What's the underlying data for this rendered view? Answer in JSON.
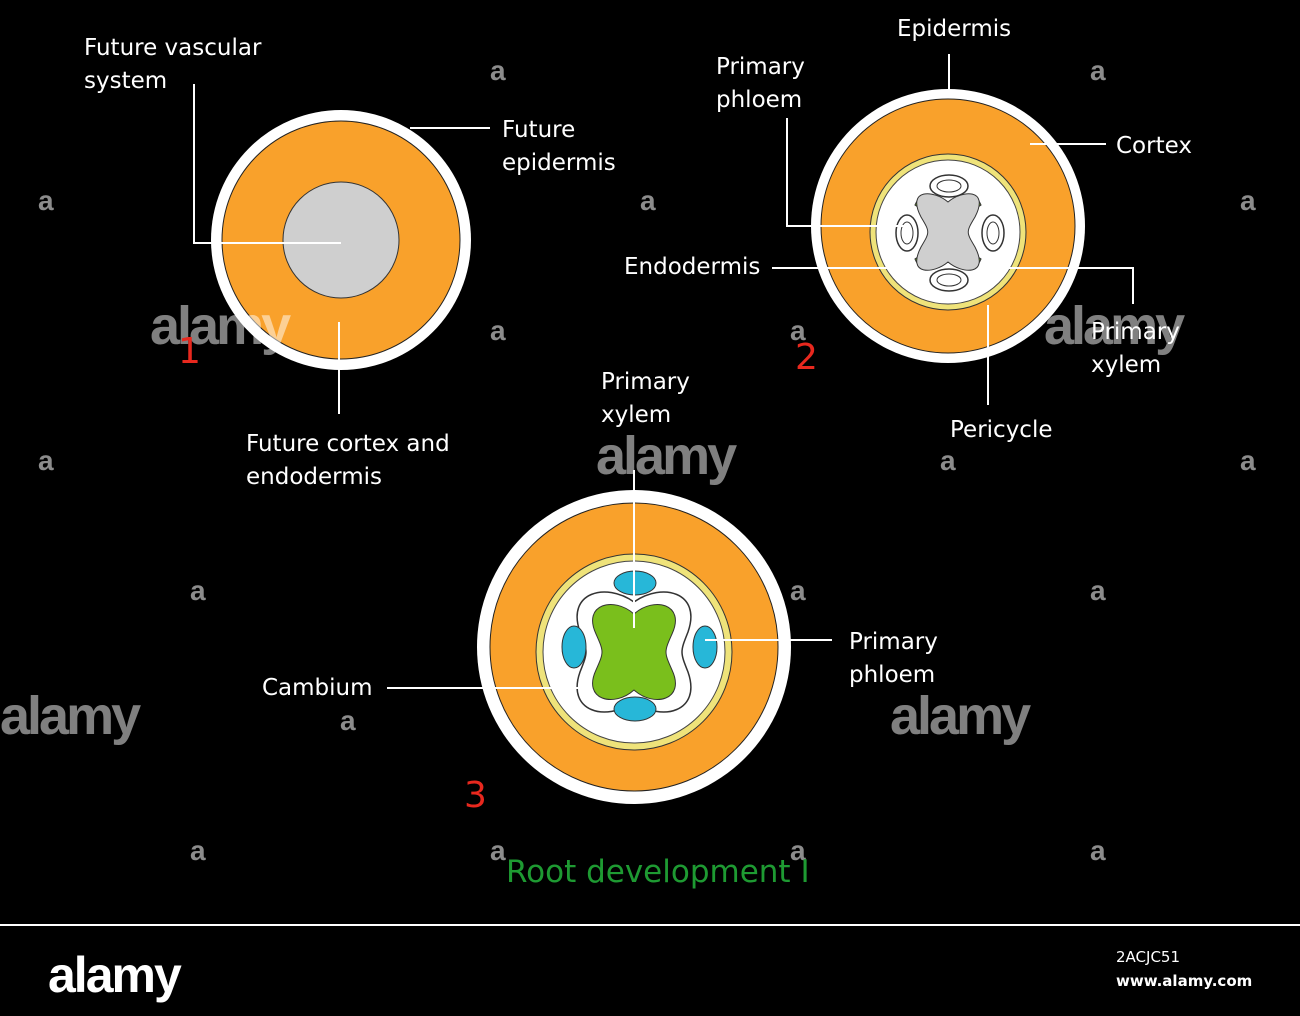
{
  "diagram": {
    "title": "Root development I",
    "stage1": {
      "number": "1",
      "labels": {
        "future_vascular": "Future vascular\nsystem",
        "future_epidermis": "Future\nepidermis",
        "future_cortex": "Future cortex and\nendodermis"
      }
    },
    "stage2": {
      "number": "2",
      "labels": {
        "epidermis": "Epidermis",
        "primary_phloem": "Primary\nphloem",
        "cortex": "Cortex",
        "endodermis": "Endodermis",
        "primary_xylem": "Primary\nxylem",
        "pericycle": "Pericycle"
      }
    },
    "stage3": {
      "number": "3",
      "labels": {
        "primary_xylem": "Primary\nxylem",
        "primary_phloem": "Primary\nphloem",
        "cambium": "Cambium"
      }
    },
    "colors": {
      "orange": "#f9a12b",
      "white": "#ffffff",
      "gray": "#cfcfcf",
      "green": "#7abf1c",
      "cyan": "#27b7d8",
      "yellow": "#efe37a",
      "number_red": "#e8281e",
      "title_green": "#1e9a32"
    }
  },
  "watermark": {
    "small": "a",
    "big": "alamy"
  },
  "footer": {
    "logo": "alamy",
    "image_id": "2ACJC51",
    "url": "www.alamy.com"
  }
}
